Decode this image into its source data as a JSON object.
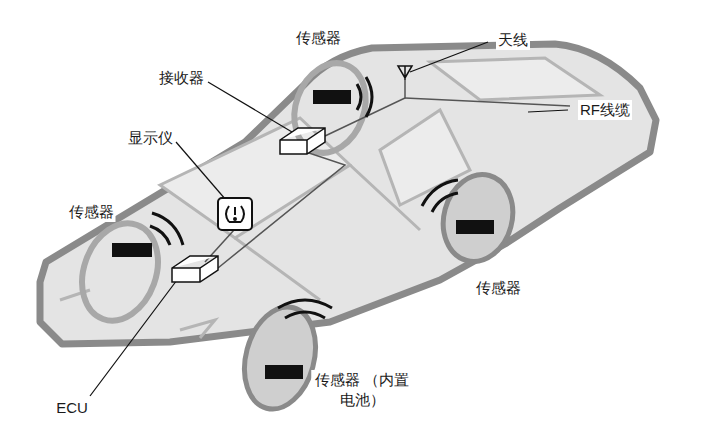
{
  "diagram": {
    "labels": [
      "传感器",
      "天线",
      "接收器",
      "RF线缆",
      "显示仪",
      "传感器",
      "传感器",
      "ECU",
      "传感器 （内置电池）"
    ]
  }
}
